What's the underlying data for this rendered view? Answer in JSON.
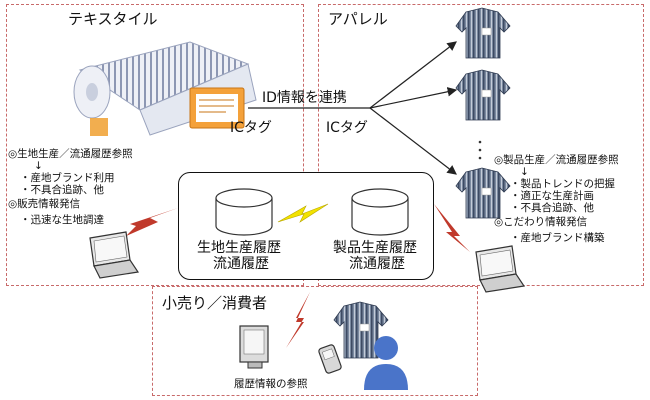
{
  "zones": {
    "textile": {
      "title": "テキスタイル"
    },
    "apparel": {
      "title": "アパレル"
    },
    "retail": {
      "title": "小売り／消費者"
    }
  },
  "link": {
    "label": "ID情報を連携"
  },
  "tags": {
    "left": "ICタグ",
    "right": "ICタグ"
  },
  "textile_panel": {
    "ref_header": "◎生地生産／流通履歴参照",
    "arrow": "↓",
    "ref_items": [
      "・産地ブランド利用",
      "・不具合追跡、他"
    ],
    "sales_header": "◎販売情報発信",
    "sales_items": [
      "・迅速な生地調達"
    ]
  },
  "apparel_panel": {
    "ref_header": "◎製品生産／流通履歴参照",
    "arrow": "↓",
    "ref_items": [
      "・製品トレンドの把握",
      "・適正な生産計画",
      "・不具合追跡、他"
    ],
    "info_header": "◎こだわり情報発信",
    "info_items": [
      "・産地ブランド構築"
    ]
  },
  "databases": {
    "left": {
      "line1": "生地生産履歴",
      "line2": "流通履歴"
    },
    "right": {
      "line1": "製品生産履歴",
      "line2": "流通履歴"
    }
  },
  "retail_panel": {
    "caption": "履歴情報の参照"
  },
  "colors": {
    "zone_border": "#c86a6a",
    "lightning": "#c0392b",
    "db_link": "#f2e200",
    "person": "#4a74c9"
  }
}
